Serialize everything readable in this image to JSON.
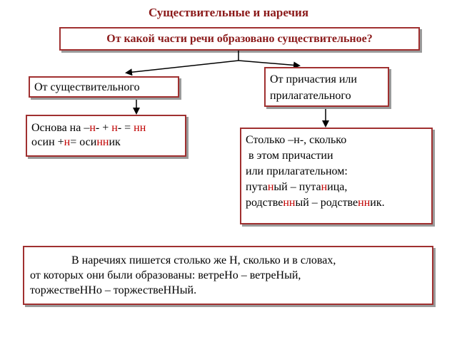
{
  "title": "Существительные и наречия",
  "question": "От какой части речи образовано существительное?",
  "branches": {
    "noun": "От существительного",
    "participle_line1": "От причастия или",
    "participle_line2": "прилагательного"
  },
  "rule_noun": {
    "line1": [
      "Основа на –",
      "н",
      "- + ",
      "н",
      "- = ",
      "нн"
    ],
    "line2": [
      "осин +",
      "н",
      "= оси",
      "нн",
      "ик"
    ]
  },
  "rule_participle": {
    "line1": "Столько –н-, сколько",
    "line2": " в этом причастии",
    "line3": "или прилагательном:",
    "line4": [
      "пута",
      "н",
      "ый – пута",
      "н",
      "ица,"
    ],
    "line5": [
      "родстве",
      "нн",
      "ый – родстве",
      "нн",
      "ик."
    ]
  },
  "adverb_rule": {
    "line1": "В наречиях пишется столько же Н, сколько и в словах,",
    "line2": "от которых они были образованы: ветреНо – ветреНый,",
    "line3": "торжествеННо – торжествеННый."
  },
  "colors": {
    "accent": "#8b1a1a",
    "highlight": "#c00000",
    "border": "#a03030"
  }
}
